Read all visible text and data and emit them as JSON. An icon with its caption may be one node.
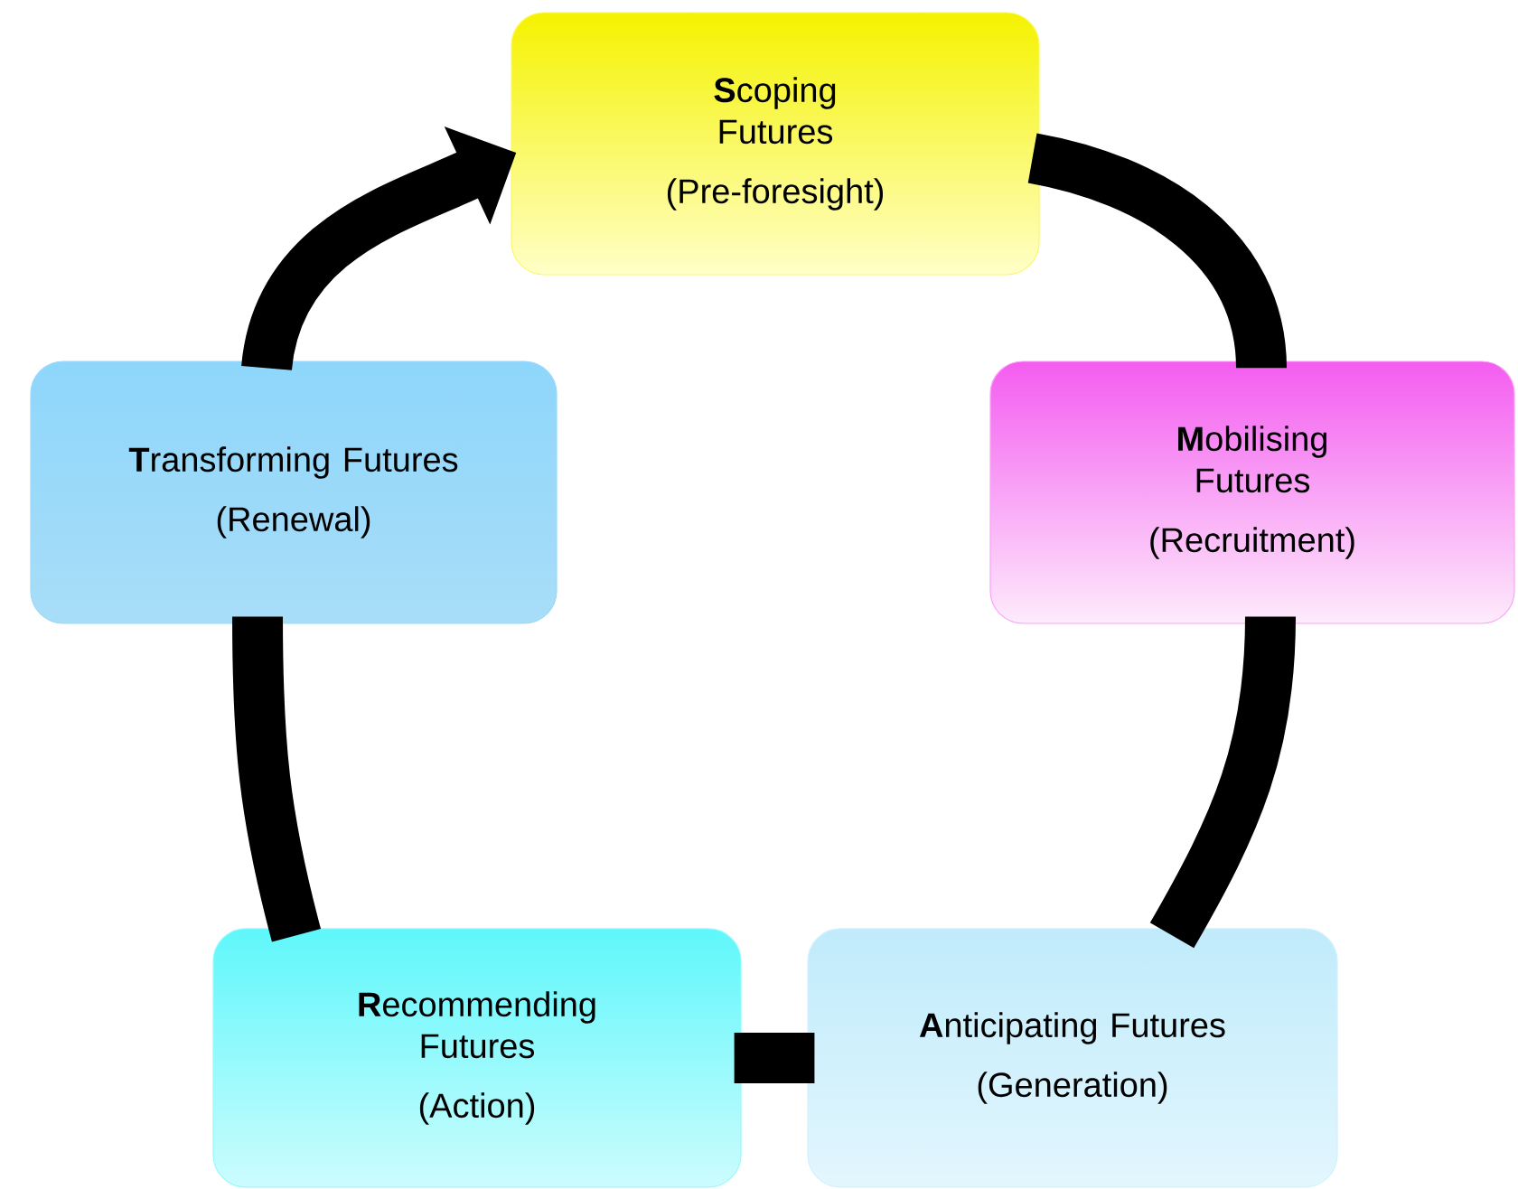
{
  "diagram": {
    "nodes": [
      {
        "text": [
          "**S**coping Futures",
          "(Pre-foresight)"
        ]
      },
      {
        "text": [
          "**M**obilising Futures",
          "(Recruitment)"
        ]
      },
      {
        "text": [
          "**A**nticipating Futures",
          "(Generation)"
        ]
      },
      {
        "text": [
          "**R**ecommending Futures",
          "(Action)"
        ]
      },
      {
        "text": [
          "**T**ransforming Futures",
          "(Renewal)"
        ]
      }
    ],
    "edges": [
      {
        "from": 0,
        "to": 1,
        "arrow": "none"
      },
      {
        "from": 1,
        "to": 2,
        "arrow": "none"
      },
      {
        "from": 2,
        "to": 3,
        "arrow": "none"
      },
      {
        "from": 3,
        "to": 4,
        "arrow": "none"
      },
      {
        "from": 4,
        "to": 0,
        "arrow": "to"
      }
    ]
  }
}
